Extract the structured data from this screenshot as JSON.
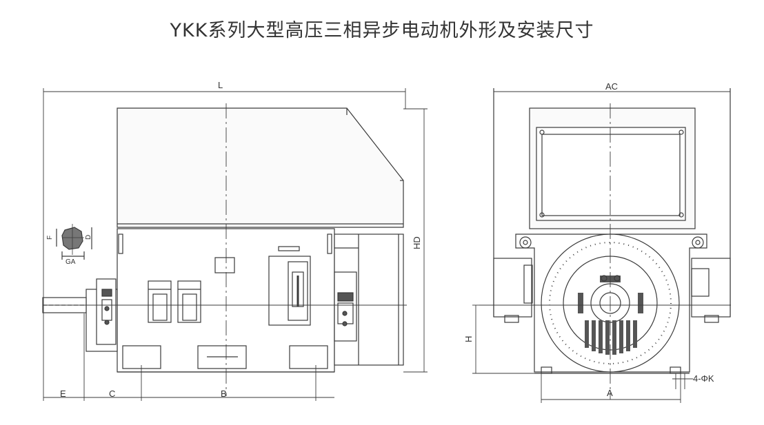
{
  "title": "YKK系列大型高压三相异步电动机外形及安装尺寸",
  "labels": {
    "L": "L",
    "HD": "HD",
    "F": "F",
    "D": "D",
    "GA": "GA",
    "E": "E",
    "C": "C",
    "B": "B",
    "AC": "AC",
    "H": "H",
    "A": "A",
    "K": "4-ΦK"
  },
  "colors": {
    "line": "#3a3a3a",
    "fill_light": "#fafafa",
    "fill_dark": "#555555"
  }
}
